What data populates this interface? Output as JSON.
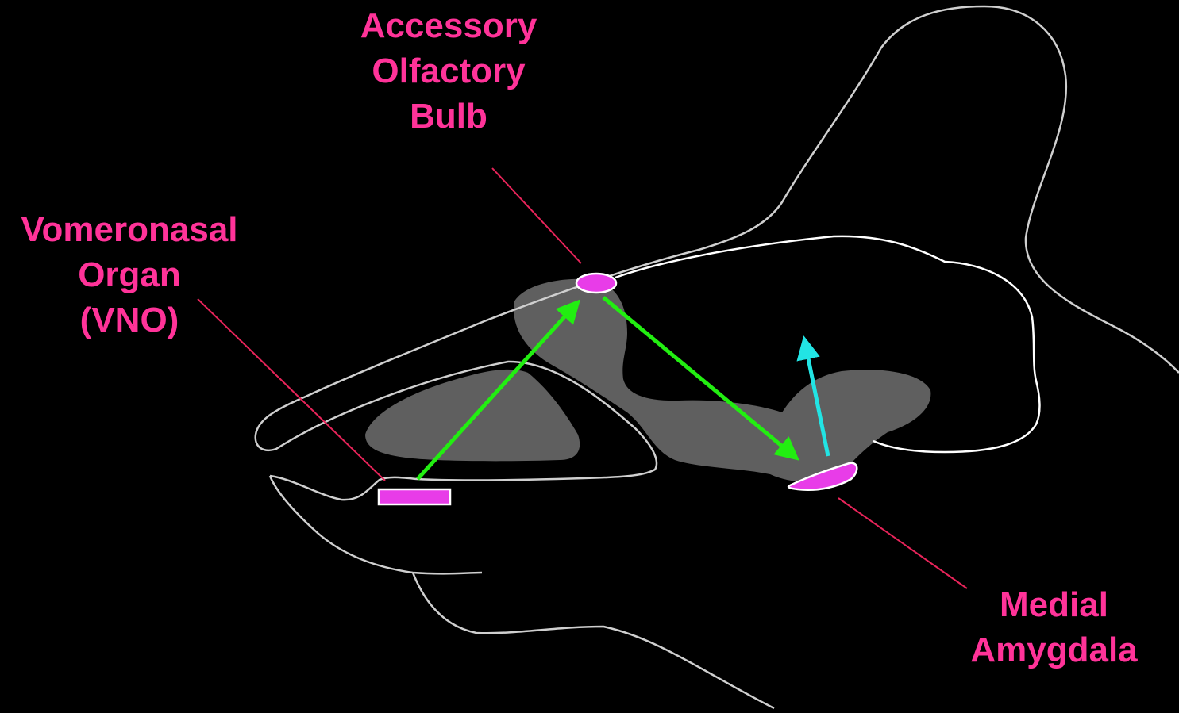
{
  "colors": {
    "background": "#000000",
    "outline": "#cfcfcf",
    "tissue": "#5f5f5f",
    "structure": "#e83ce8",
    "label": "#ff3399",
    "pointer_line": "#e8245a",
    "pathway_arrow": "#22ee11",
    "output_arrow": "#22e4e4"
  },
  "labels": {
    "accessory_olfactory_bulb": [
      "Accessory",
      "Olfactory",
      "Bulb"
    ],
    "vomeronasal_organ": [
      "Vomeronasal",
      "Organ",
      "(VNO)"
    ],
    "medial_amygdala": [
      "Medial",
      "Amygdala"
    ]
  }
}
